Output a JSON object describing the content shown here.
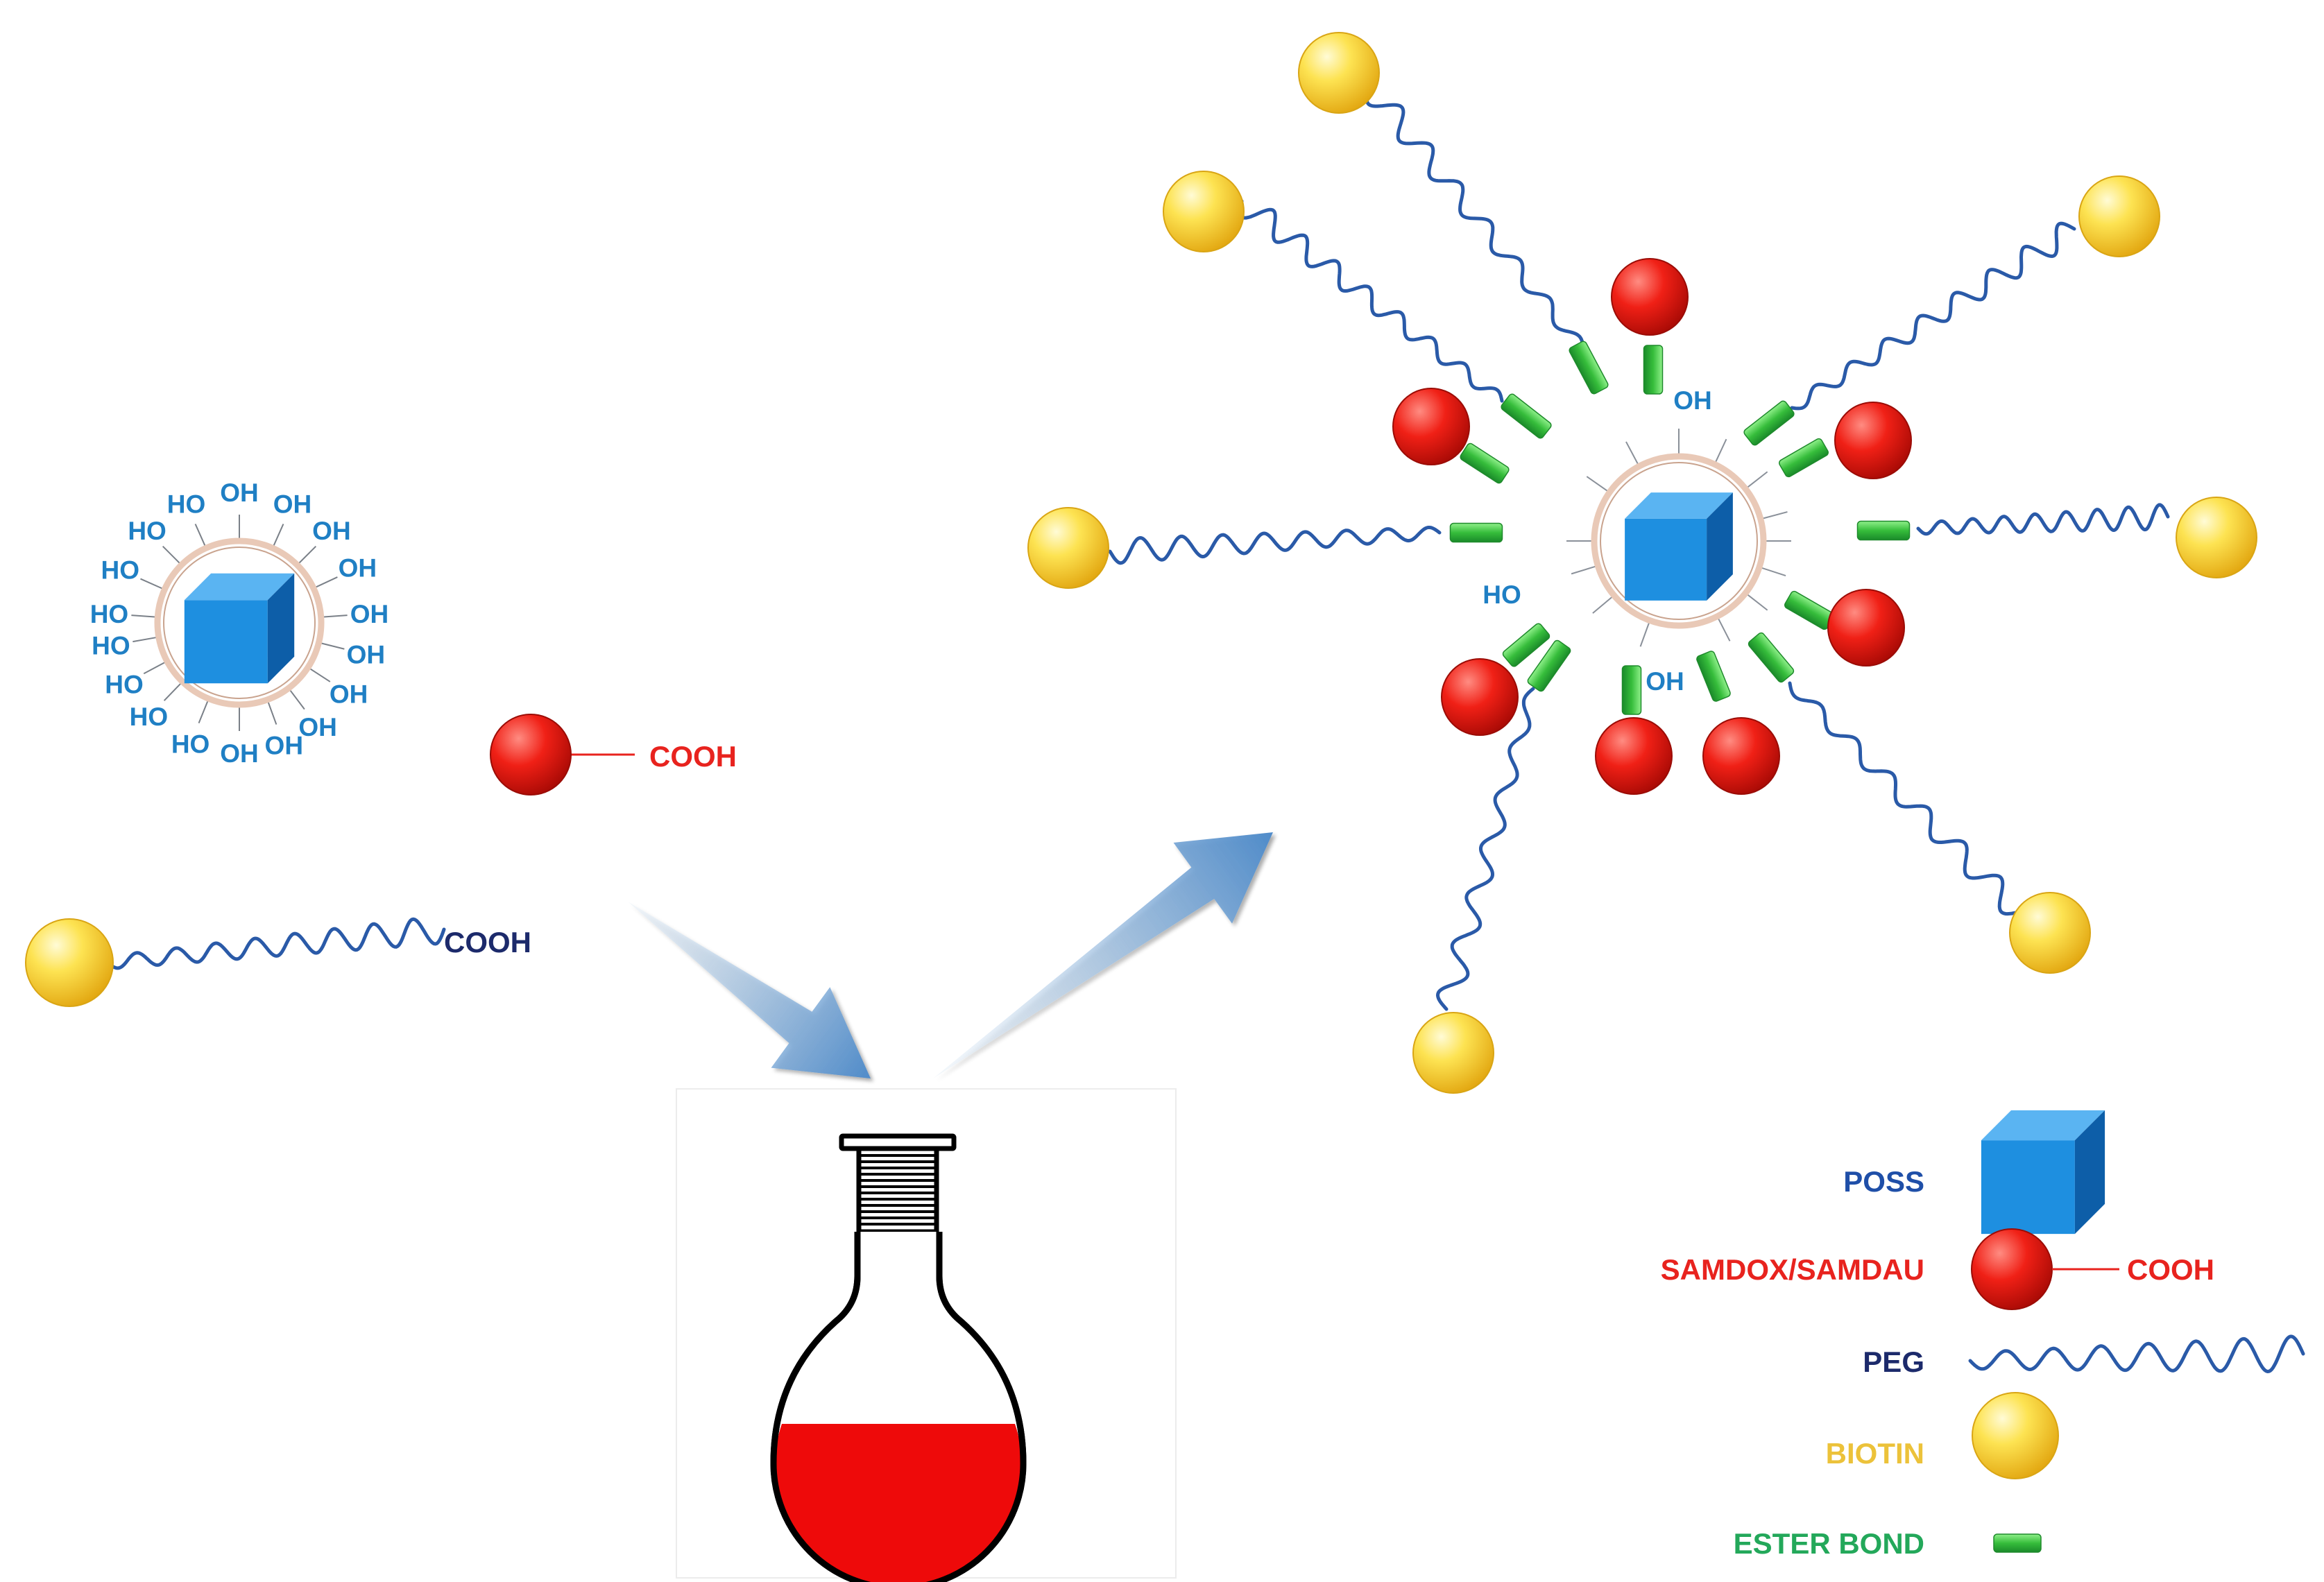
{
  "reactants": {
    "poss_groups": [
      "HO",
      "OH",
      "OH",
      "HO",
      "OH",
      "HO",
      "OH",
      "HO",
      "OH",
      "HO",
      "OH",
      "HO",
      "OH",
      "HO",
      "OH",
      "HO",
      "OH",
      "OH"
    ],
    "samdox_end": "COOH",
    "peg_end": "COOH"
  },
  "product": {
    "free_hydroxyls": [
      "OH",
      "HO",
      "OH"
    ]
  },
  "legend": [
    {
      "key": "poss",
      "label": "POSS",
      "color": "#1f4fa8"
    },
    {
      "key": "samdox",
      "label": "SAMDOX/SAMDAU",
      "color": "#e8231e",
      "suffix": "COOH"
    },
    {
      "key": "peg",
      "label": "PEG",
      "color": "#1c2a6b"
    },
    {
      "key": "biotin",
      "label": "BIOTIN",
      "color": "#ecc23a"
    },
    {
      "key": "ester",
      "label": "ESTER BOND",
      "color": "#23a85a"
    }
  ],
  "colors": {
    "poss_cube": "#1b8ad8",
    "hydroxyl": "#1f7fc4",
    "samdox": "#e8180f",
    "cooh": "#e8231e",
    "peg_chain": "#2a5aa8",
    "biotin": "#f5d21f",
    "ester": "#37b53f",
    "arrow": "#5c93cc",
    "flask_liquid": "#ee0a0a"
  },
  "icons": [
    "cube-icon",
    "sphere-icon",
    "arrow-icon",
    "flask-icon"
  ]
}
